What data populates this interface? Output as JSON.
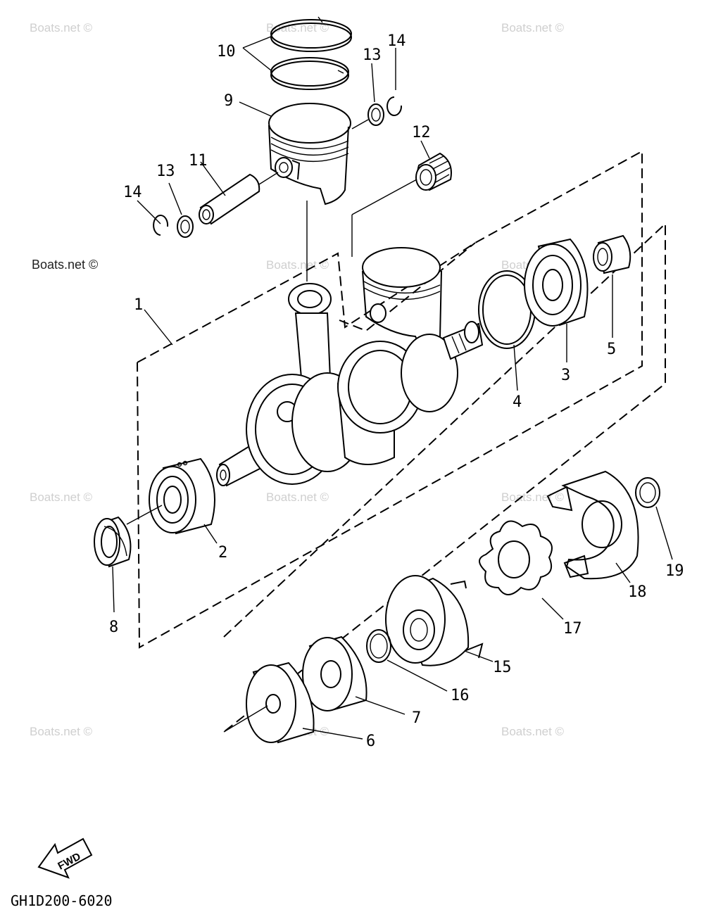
{
  "watermark": {
    "text": "Boats.net ©"
  },
  "part_labels": {
    "p1": "1",
    "p2": "2",
    "p3": "3",
    "p4": "4",
    "p5": "5",
    "p6": "6",
    "p7": "7",
    "p8": "8",
    "p9": "9",
    "p10": "10",
    "p11": "11",
    "p12": "12",
    "p13a": "13",
    "p13b": "13",
    "p14a": "14",
    "p14b": "14",
    "p15": "15",
    "p16": "16",
    "p17": "17",
    "p18": "18",
    "p19": "19"
  },
  "fwd_label": "FWD",
  "drawing_code": "GH1D200-6020"
}
